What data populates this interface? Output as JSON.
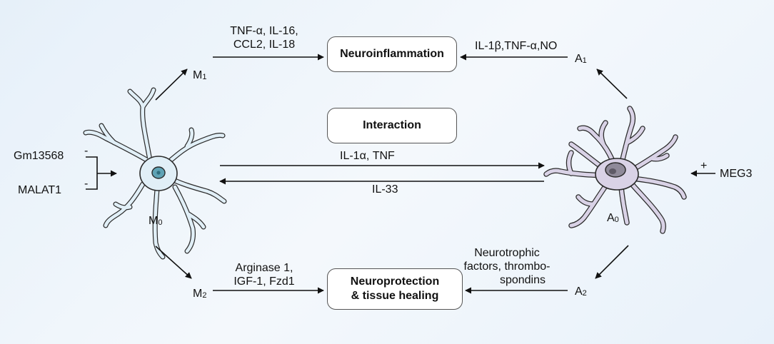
{
  "boxes": {
    "neuroinflammation": "Neuroinflammation",
    "interaction": "Interaction",
    "neuroprotection_line1": "Neuroprotection",
    "neuroprotection_line2": "& tissue healing"
  },
  "nodes": {
    "m0": {
      "base": "M",
      "sub": "0"
    },
    "m1": {
      "base": "M",
      "sub": "1"
    },
    "m2": {
      "base": "M",
      "sub": "2"
    },
    "a0": {
      "base": "A",
      "sub": "0"
    },
    "a1": {
      "base": "A",
      "sub": "1"
    },
    "a2": {
      "base": "A",
      "sub": "2"
    }
  },
  "labels": {
    "m1_factors_line1": "TNF-α, IL-16,",
    "m1_factors_line2": "CCL2, IL-18",
    "a1_factors": "IL-1β,TNF-α,NO",
    "microglia_to_astro": "IL-1α, TNF",
    "astro_to_microglia": "IL-33",
    "m2_factors_line1": "Arginase 1,",
    "m2_factors_line2": "IGF-1, Fzd1",
    "a2_factors_line1": "Neurotrophic",
    "a2_factors_line2": "factors, thrombo-",
    "a2_factors_line3": "spondins"
  },
  "regulators": {
    "gm13568": "Gm13568",
    "gm13568_sign": "-",
    "malat1": "MALAT1",
    "malat1_sign": "-",
    "meg3": "MEG3",
    "meg3_sign": "+"
  },
  "colors": {
    "microglia_fill": "#e1eff7",
    "microglia_nucleus": "#5fa3b5",
    "astrocyte_fill": "#d9d2e6",
    "astrocyte_nucleus": "#8f8a99",
    "outline": "#2a2a2a"
  }
}
